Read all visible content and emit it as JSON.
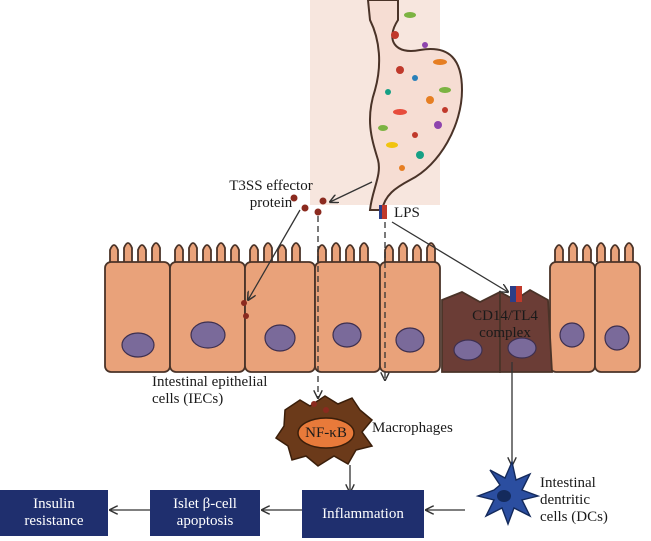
{
  "labels": {
    "t3ss_line1": "T3SS effector",
    "t3ss_line2": "protein",
    "lps": "LPS",
    "cd14_line1": "CD14/TL4",
    "cd14_line2": "complex",
    "iec_line1": "Intestinal epithelial",
    "iec_line2": "cells (IECs)",
    "nfkb": "NF-κB",
    "macrophages": "Macrophages",
    "dc_line1": "Intestinal",
    "dc_line2": "dentritic",
    "dc_line3": "cells (DCs)"
  },
  "boxes": {
    "insulin_line1": "Insulin",
    "insulin_line2": "resistance",
    "islet_line1": "Islet β-cell",
    "islet_line2": "apoptosis",
    "inflammation": "Inflammation"
  },
  "colors": {
    "box_fill": "#1f2f6e",
    "iec_fill": "#e9a27a",
    "iec_nucleus": "#7a6a9a",
    "activated_cell": "#6b3d36",
    "gut_bg": "#f7e6de",
    "stomach_fill": "#f6ddd3",
    "macrophage": "#6b3a1a",
    "nfkb_oval": "#e87a3a",
    "dc_fill": "#2b4ea0"
  }
}
